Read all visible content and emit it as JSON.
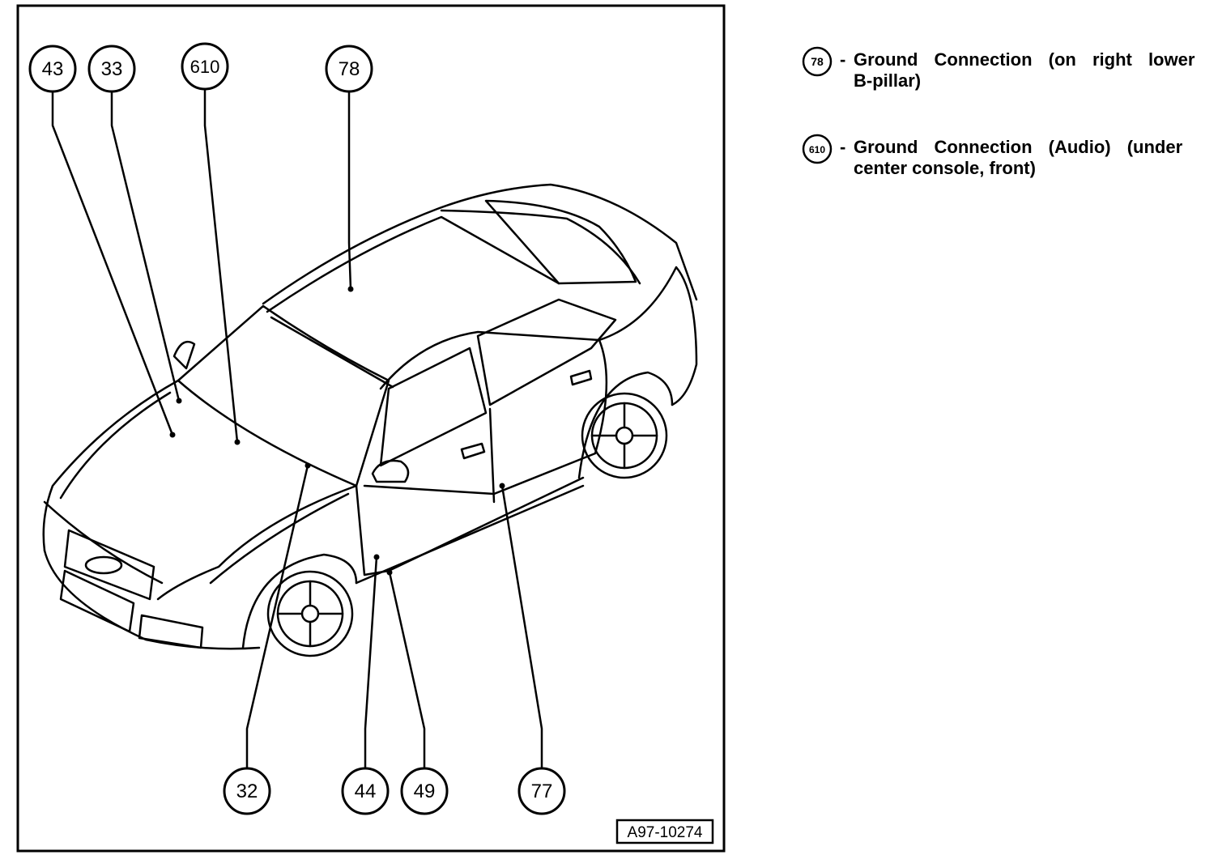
{
  "figure_id": "A97-10274",
  "callouts": [
    {
      "id": "43",
      "label": "43"
    },
    {
      "id": "33",
      "label": "33"
    },
    {
      "id": "610",
      "label": "610"
    },
    {
      "id": "78",
      "label": "78"
    },
    {
      "id": "32",
      "label": "32"
    },
    {
      "id": "44",
      "label": "44"
    },
    {
      "id": "49",
      "label": "49"
    },
    {
      "id": "77",
      "label": "77"
    }
  ],
  "legend": [
    {
      "number": "78",
      "dash": "-",
      "line1": "Ground Connection (on right lower",
      "line2": "B-pillar)"
    },
    {
      "number": "610",
      "dash": "-",
      "line1": "Ground Connection (Audio) (under",
      "line2": "center console, front)"
    }
  ]
}
